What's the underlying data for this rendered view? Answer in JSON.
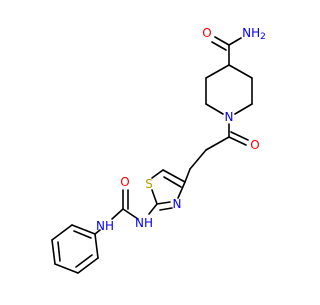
{
  "molecule": {
    "atom_labels": {
      "amide_o": "O",
      "amide_n": "NH2",
      "amide_n_main": "NH",
      "amide_n_sub": "2",
      "piperidine_n": "N",
      "ketone_o": "O",
      "thiazole_s": "S",
      "thiazole_n": "N",
      "urea_nh1": "NH",
      "urea_o": "O",
      "urea_nh2": "NH"
    },
    "colors": {
      "bond": "#000000",
      "oxygen": "#ff0000",
      "nitrogen": "#0000ff",
      "sulfur": "#b2a000"
    }
  }
}
